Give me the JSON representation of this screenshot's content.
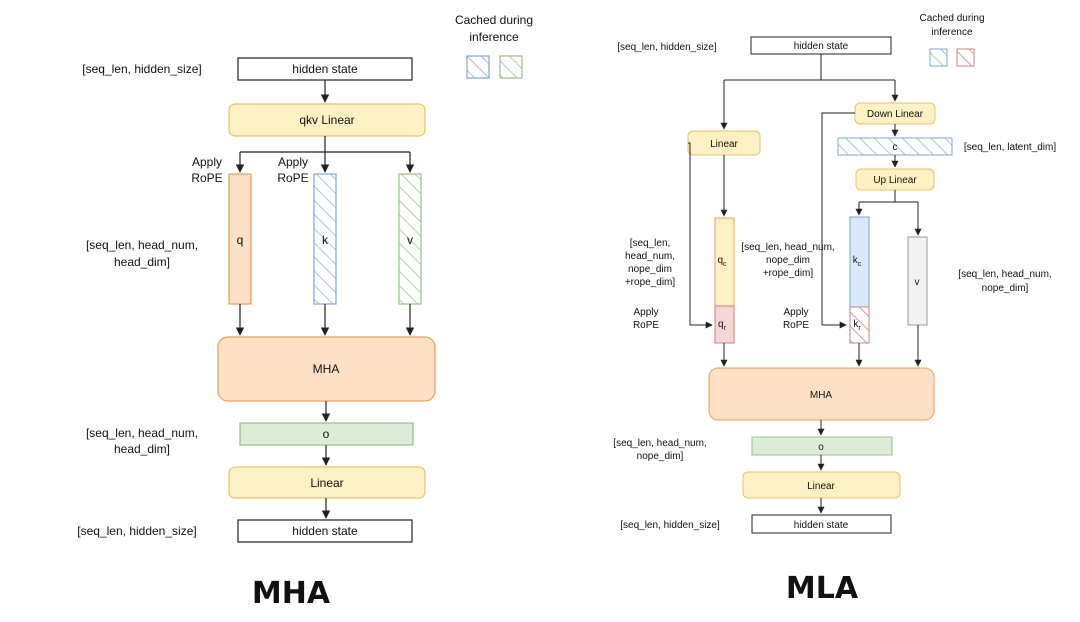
{
  "colors": {
    "yellow_fill": "#fdf0c2",
    "yellow_stroke": "#e5c56a",
    "orange_fill": "#fde0c6",
    "orange_stroke": "#e9a15a",
    "green_fill": "#dcecd7",
    "green_stroke": "#98be8c",
    "blue_fill": "#d9e8fb",
    "blue_stroke": "#7ea5d8",
    "red_fill": "#f6d5d5",
    "red_stroke": "#cf8080",
    "gray_fill": "#f2f2f2",
    "gray_stroke": "#9a9a9a"
  },
  "mha": {
    "title": "MHA",
    "legend": {
      "line1": "Cached during",
      "line2": "inference"
    },
    "dim_input": "[seq_len, hidden_size]",
    "hidden_in": "hidden state",
    "qkv_linear": "qkv Linear",
    "rope_q": {
      "line1": "Apply",
      "line2": "RoPE"
    },
    "rope_k": {
      "line1": "Apply",
      "line2": "RoPE"
    },
    "dim_heads": {
      "line1": "[seq_len, head_num,",
      "line2": "head_dim]"
    },
    "q": "q",
    "k": "k",
    "v": "v",
    "attn": "MHA",
    "dim_o": {
      "line1": "[seq_len, head_num,",
      "line2": "head_dim]"
    },
    "o": "o",
    "out_linear": "Linear",
    "dim_output": "[seq_len, hidden_size]",
    "hidden_out": "hidden state"
  },
  "mla": {
    "title": "MLA",
    "legend": {
      "line1": "Cached during",
      "line2": "inference"
    },
    "dim_input": "[seq_len, hidden_size]",
    "hidden_in": "hidden state",
    "down_linear": "Down Linear",
    "q_linear": "Linear",
    "latent": "c",
    "dim_latent": "[seq_len, latent_dim]",
    "up_linear": "Up Linear",
    "dim_q": {
      "line1": "[seq_len,",
      "line2": "head_num,",
      "line3": "nope_dim",
      "line4": "+rope_dim]"
    },
    "rope_q": {
      "line1": "Apply",
      "line2": "RoPE"
    },
    "qc": {
      "base": "q",
      "sub": "c"
    },
    "qr": {
      "base": "q",
      "sub": "r"
    },
    "dim_k": {
      "line1": "[seq_len, head_num,",
      "line2": "nope_dim",
      "line3": "+rope_dim]"
    },
    "rope_k": {
      "line1": "Apply",
      "line2": "RoPE"
    },
    "kc": {
      "base": "k",
      "sub": "c"
    },
    "kr": {
      "base": "k",
      "sub": "r"
    },
    "v": "v",
    "dim_v": {
      "line1": "[seq_len, head_num,",
      "line2": "nope_dim]"
    },
    "attn": "MHA",
    "dim_o": {
      "line1": "[seq_len, head_num,",
      "line2": "nope_dim]"
    },
    "o": "o",
    "out_linear": "Linear",
    "dim_output": "[seq_len, hidden_size]",
    "hidden_out": "hidden state"
  }
}
